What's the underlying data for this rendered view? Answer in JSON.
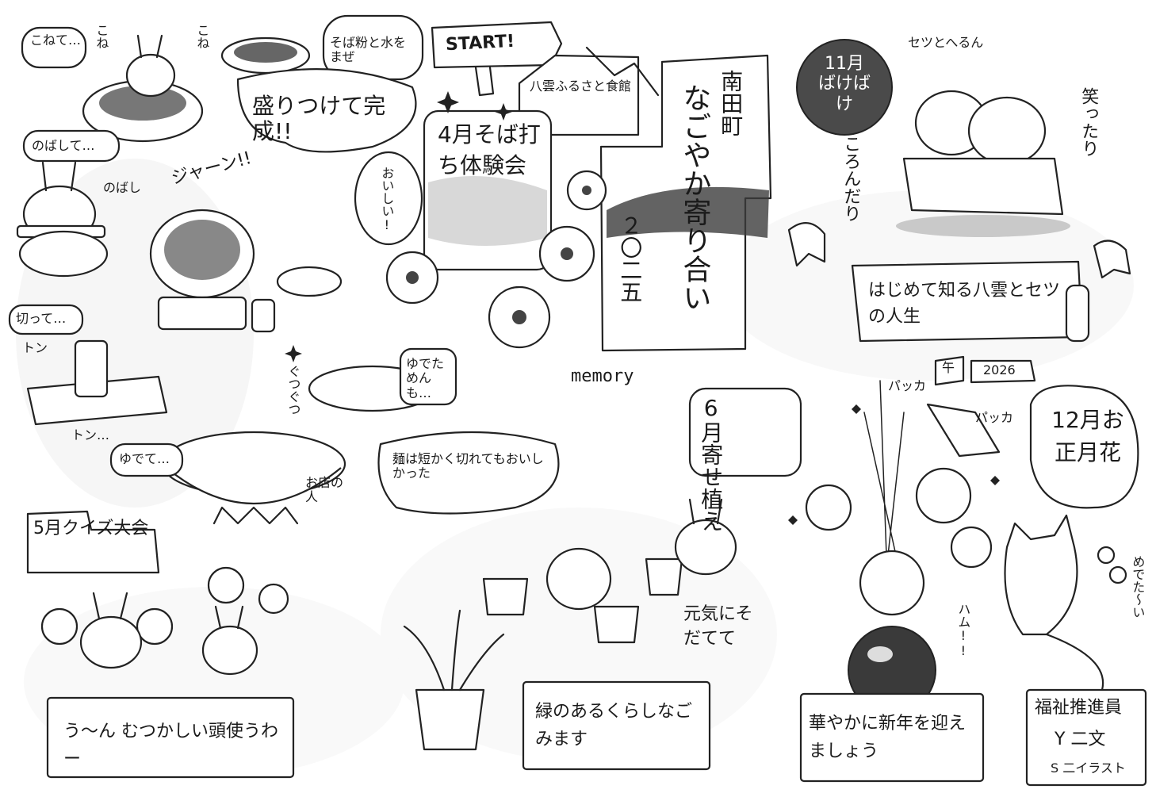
{
  "top_left": {
    "bubble_knead": "こねて…",
    "knead_sfx": "こね",
    "knead_sfx2": "こね",
    "bubble_mix": "そば粉と水をまぜ",
    "bubble_stretch": "のばして…",
    "stretch_sfx": "のばし",
    "bubble_cut": "切って…",
    "cut_sfx": "トン",
    "cut_sfx2": "トン…",
    "boil": "ゆでて…",
    "boil_sfx": "ぐつぐつ",
    "plating": "盛りつけて完成!!",
    "sizzle": "ジャーン!!",
    "tasty": "おいしい!",
    "boiled_noodles": "ゆでためんも…",
    "shop_person": "お店の人",
    "noodle_note": "麺は短かく切れてもおいしかった"
  },
  "center": {
    "start": "START!",
    "venue": "八雲ふるさと食館",
    "april_title": "4月そば打ち体験会",
    "title_town": "南田町",
    "title_main": "なごやか寄り合い",
    "title_year": "２〇二五",
    "memory": "memory",
    "june_title": "6月寄せ植え"
  },
  "right": {
    "november_title": "11月ばけばけ",
    "sfx_setsu": "セツとへるん",
    "laugh": "笑ったり",
    "rolling": "ころんだり",
    "banner": "はじめて知る八雲とセツの人生",
    "year_tag": "2026",
    "year_kanji": "午",
    "december_title": "12月お正月花",
    "sfx_cut": "パッカ",
    "sfx_cut2": "パッカ",
    "ham": "ハム!!",
    "congrats": "めでた〜い",
    "new_year_note": "華やかに新年を迎えましょう",
    "credit_title": "福祉推進員",
    "credit_text": "Y 二文",
    "credit_illust": "S 二イラスト"
  },
  "bottom": {
    "may_title": "5月クイズ大会",
    "quiz_note": "う〜ん むつかしい頭使うわー",
    "grow": "元気にそだてて",
    "green_note": "緑のあるくらしなごみます"
  },
  "icons": [
    "rabbit-icon",
    "cat-icon",
    "cherry-blossom-icon",
    "potted-plant-icon",
    "flower-vase-icon",
    "soba-pot-icon",
    "ghost-icon"
  ]
}
